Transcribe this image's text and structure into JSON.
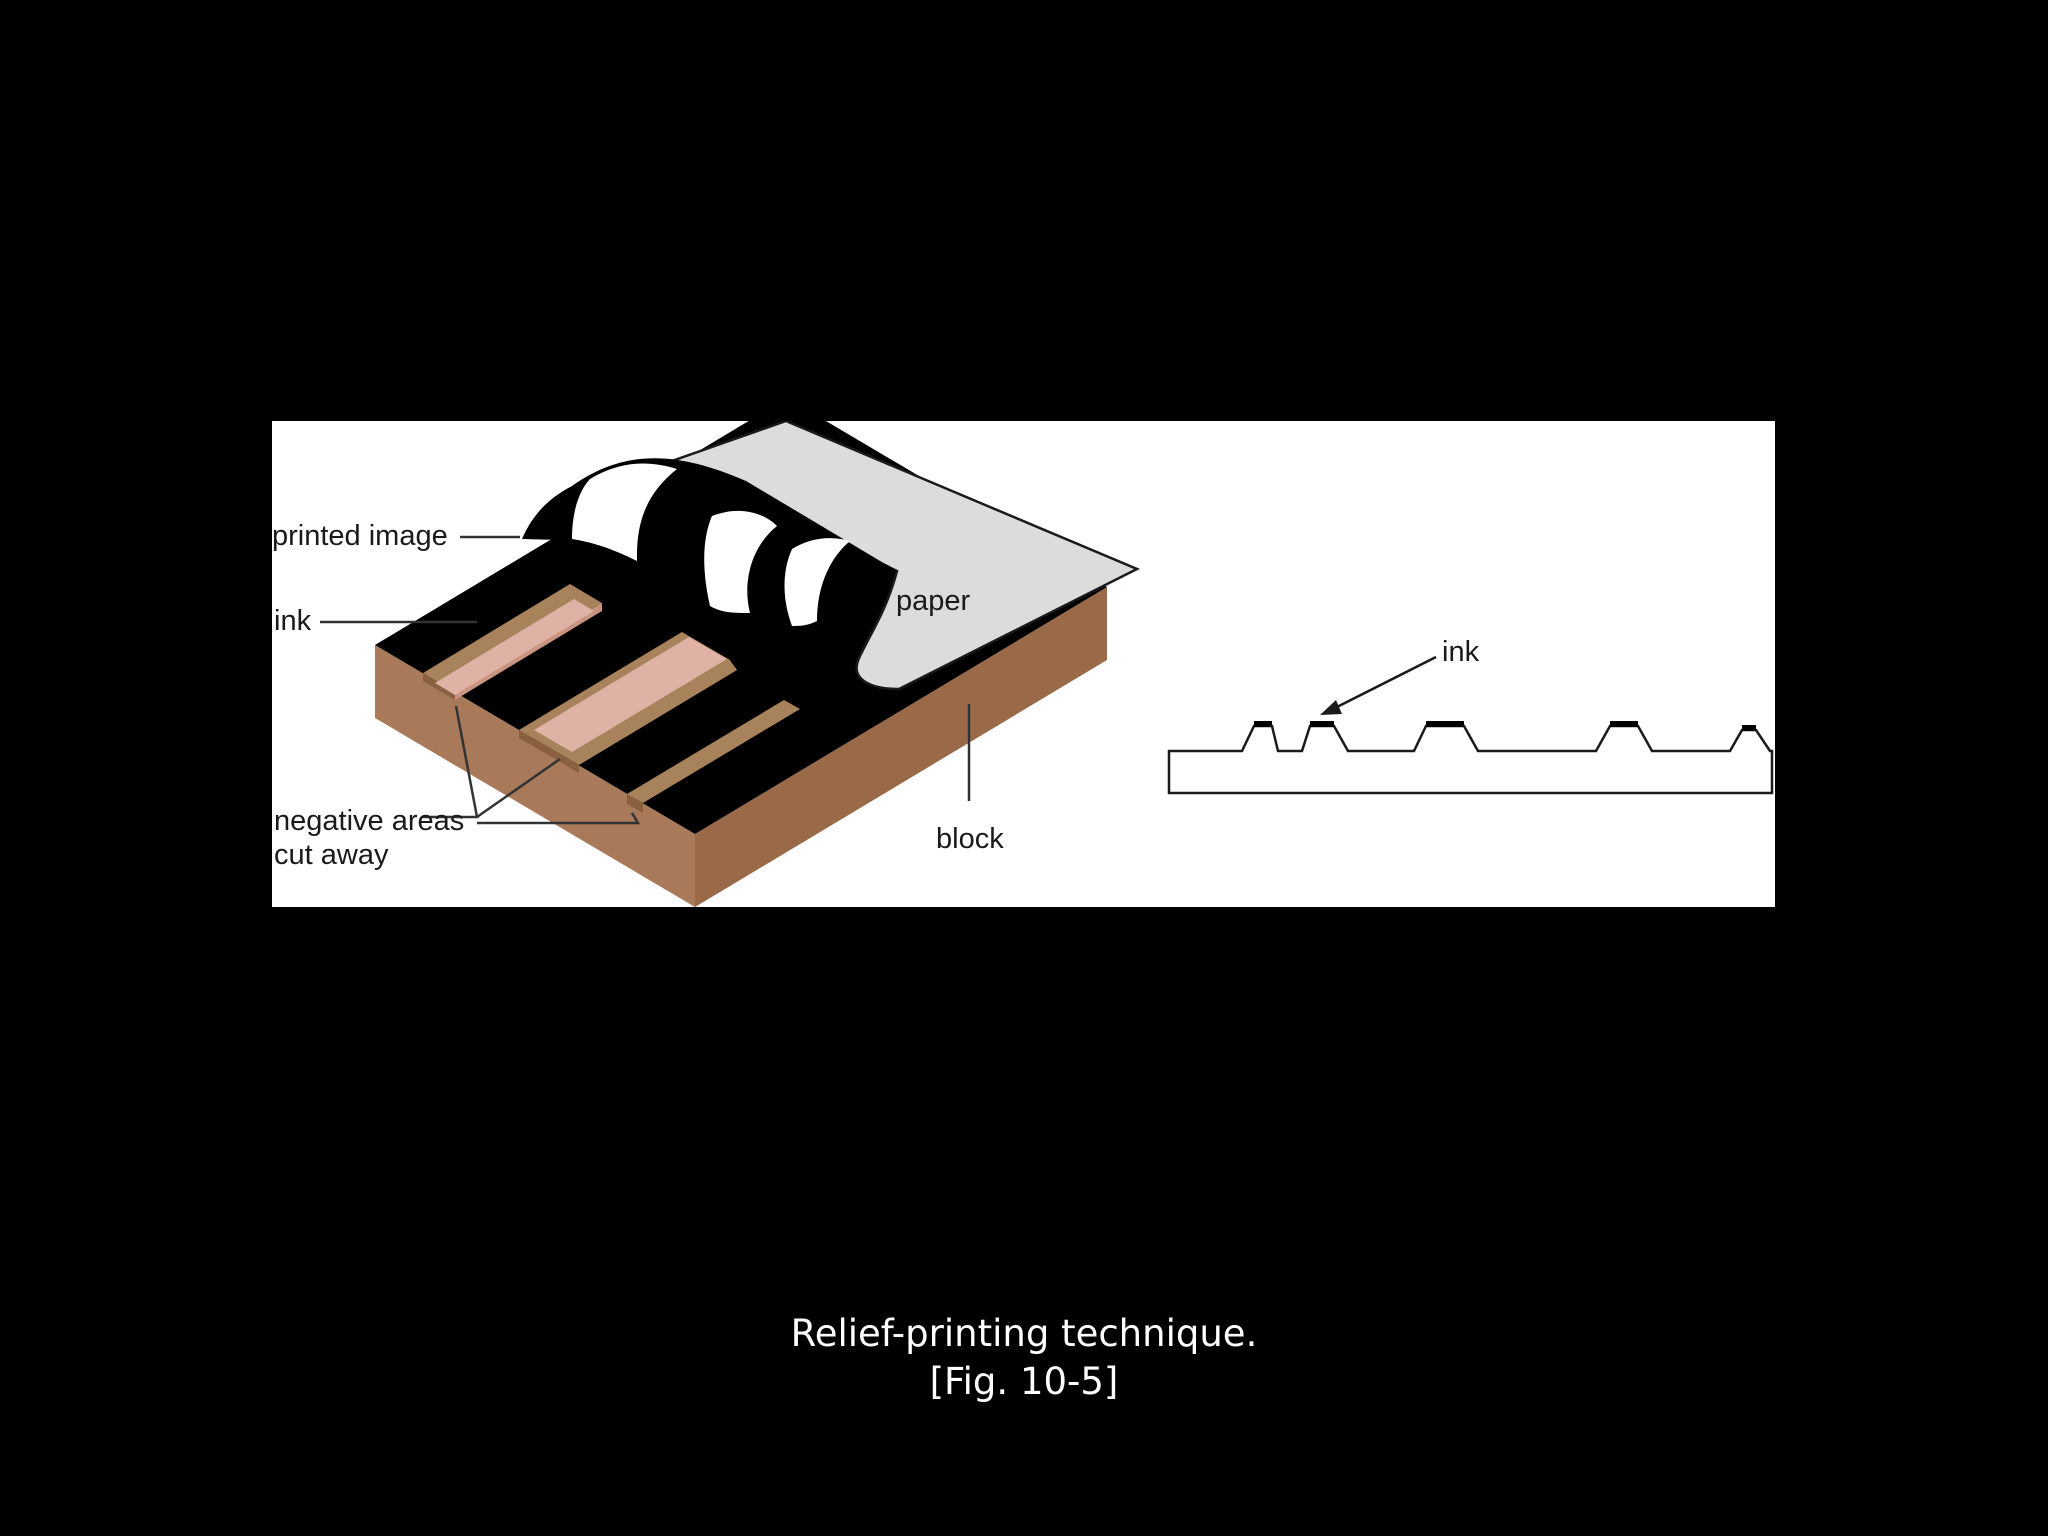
{
  "slide": {
    "background_color": "#000000",
    "caption_line_1": "Relief-printing technique.",
    "caption_line_2": "[Fig. 10-5]"
  },
  "figure": {
    "panel_color": "#ffffff",
    "labels": {
      "printed_image": "printed image",
      "ink": "ink",
      "paper": "paper",
      "negative_areas_line_1": "negative areas",
      "negative_areas_line_2": "cut away",
      "block": "block",
      "ink_profile": "ink"
    },
    "colors": {
      "wood_side": "#a97a5a",
      "wood_front": "#9a6a48",
      "groove_floor": "#e0b2a6",
      "groove_wall": "#a8825a",
      "ink": "#000000",
      "paper": "#dcdcdc"
    }
  }
}
